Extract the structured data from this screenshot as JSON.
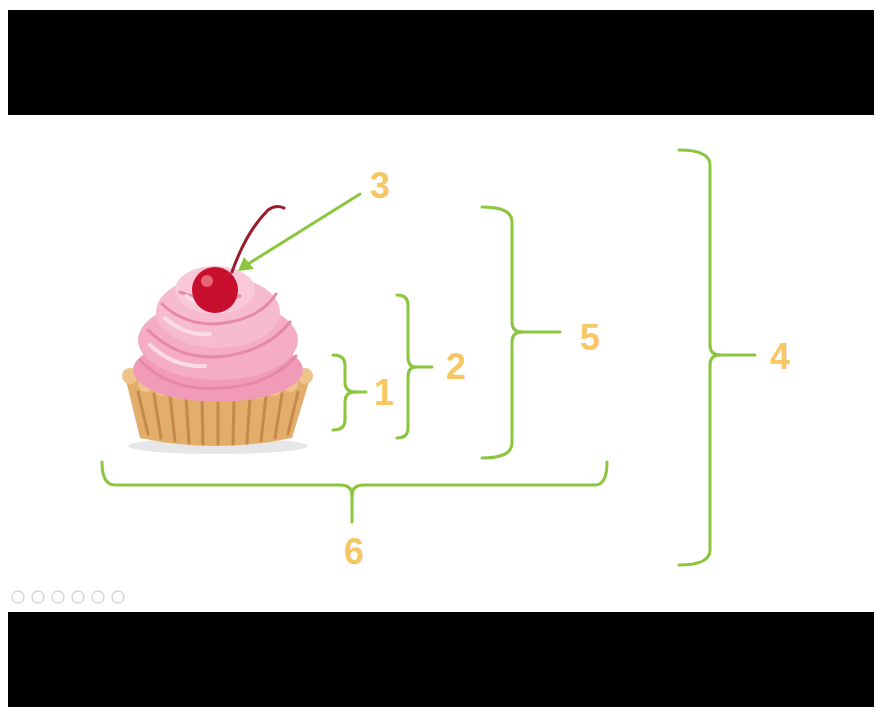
{
  "diagram": {
    "labels": [
      "3",
      "5",
      "4",
      "2",
      "1",
      "6"
    ]
  }
}
